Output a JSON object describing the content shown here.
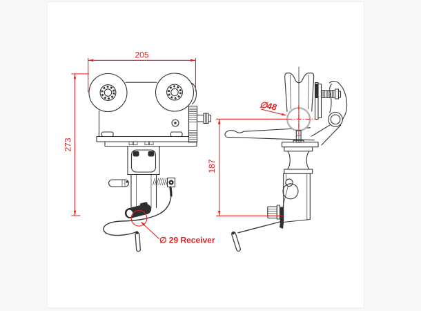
{
  "page": {
    "background": "#f8f8f8",
    "canvas_background": "#ffffff",
    "canvas_border": "#ececec"
  },
  "drawing": {
    "type": "technical-drawing",
    "dimensions": {
      "width": "205",
      "height": "273",
      "side_height": "187",
      "cable_diameter": "∅48",
      "receiver_label": "∅ 29 Receiver"
    },
    "colors": {
      "dimension_red": "#e01c1c",
      "line_ink": "#333333",
      "cable_gray": "#b3b3b3",
      "dark_fill": "#2e2e2e"
    }
  }
}
